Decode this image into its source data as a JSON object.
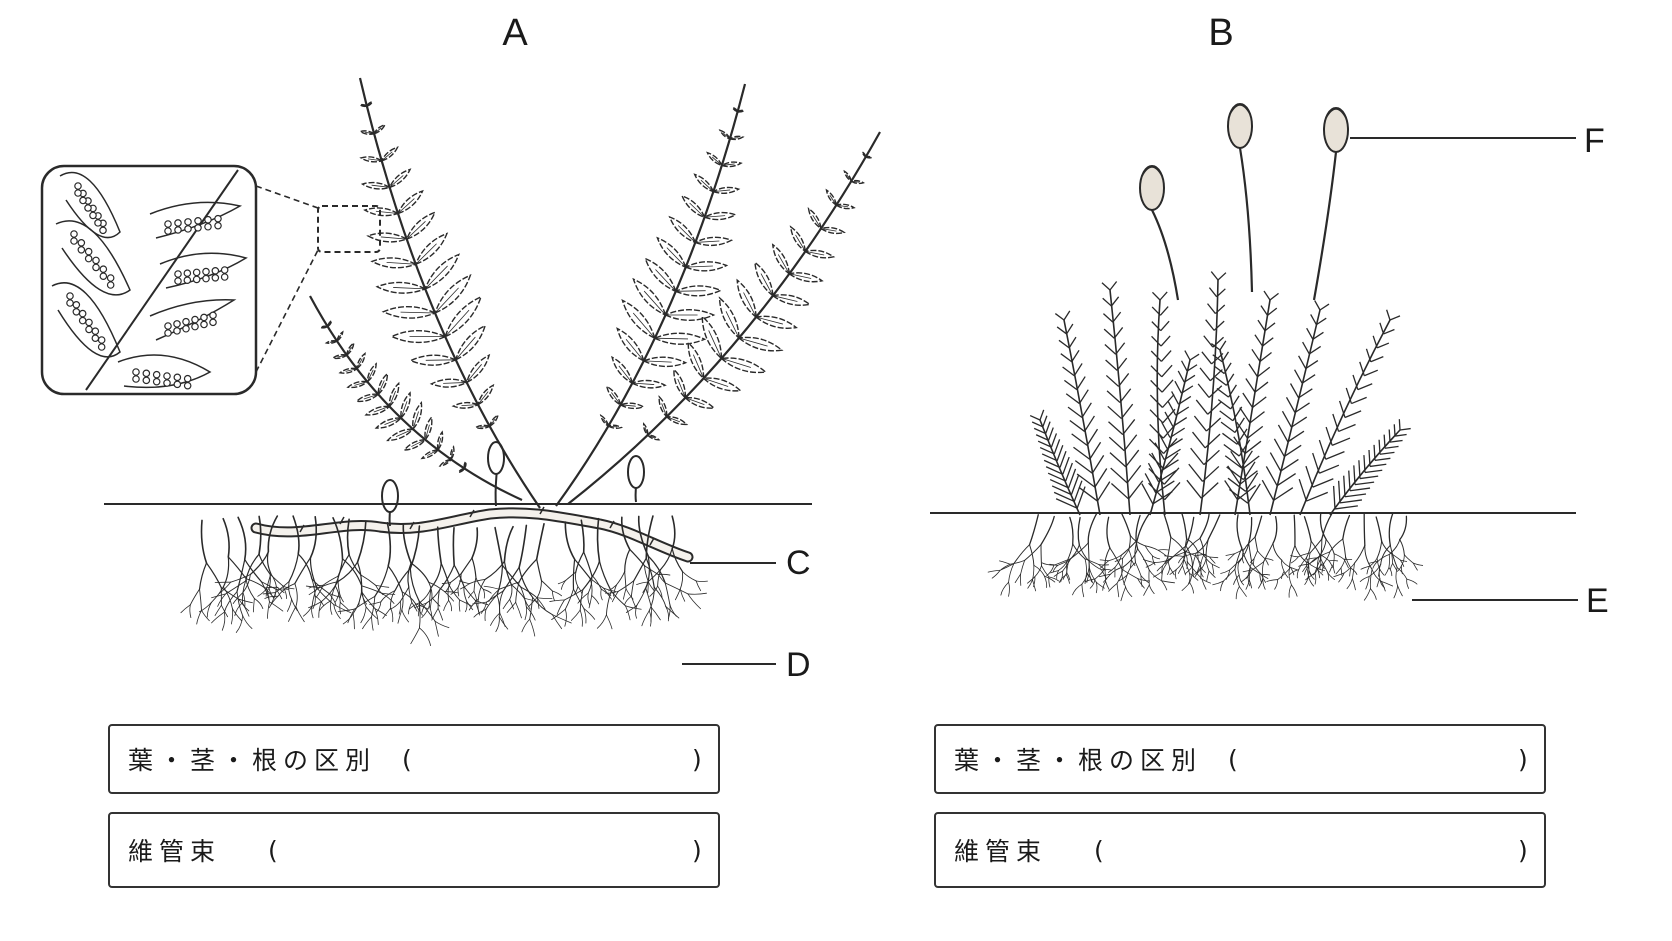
{
  "panels": {
    "a": {
      "letter": "A"
    },
    "b": {
      "letter": "B"
    }
  },
  "callouts": {
    "c": "C",
    "d": "D",
    "e": "E",
    "f": "F"
  },
  "boxes": {
    "distinction_label": "葉・茎・根の区別",
    "vascular_label": "維管束",
    "open_paren": "(",
    "close_paren": ")"
  }
}
